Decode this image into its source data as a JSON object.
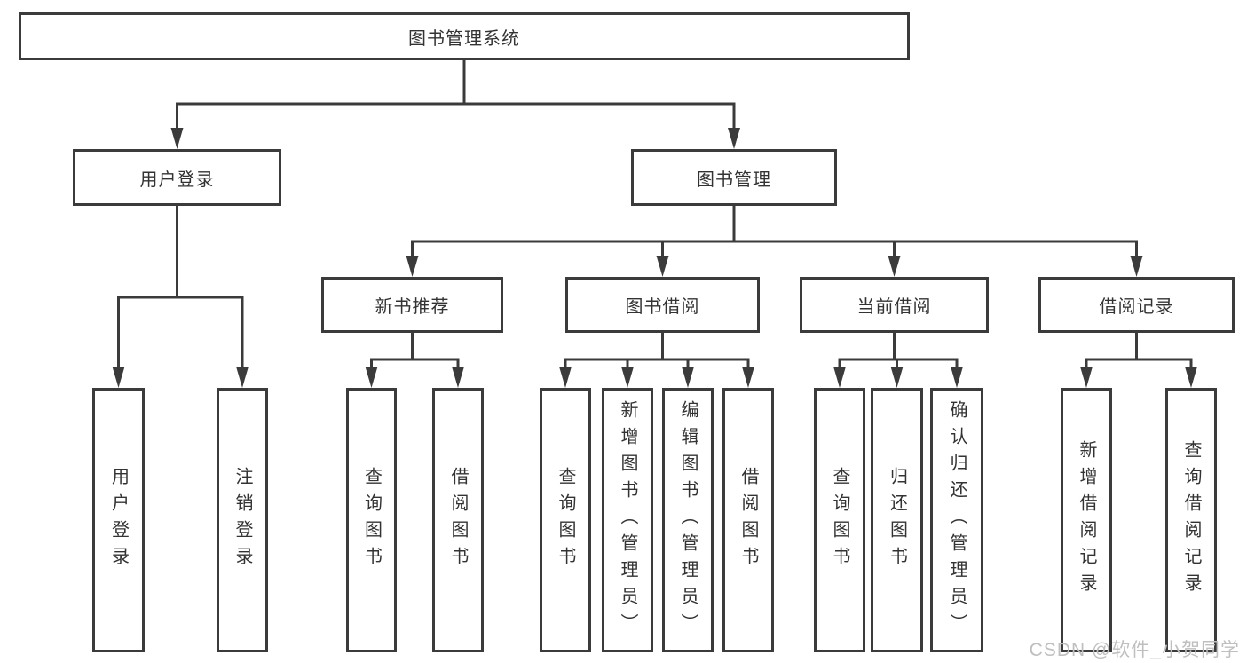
{
  "tree": {
    "root": {
      "label": "图书管理系统"
    },
    "branches": [
      {
        "label": "用户登录",
        "children": [
          {
            "label": "用户登录"
          },
          {
            "label": "注销登录"
          }
        ]
      },
      {
        "label": "图书管理",
        "children": [
          {
            "label": "新书推荐",
            "children": [
              {
                "label": "查询图书"
              },
              {
                "label": "借阅图书"
              }
            ]
          },
          {
            "label": "图书借阅",
            "children": [
              {
                "label": "查询图书"
              },
              {
                "label": "新增图书（管理员）"
              },
              {
                "label": "编辑图书（管理员）"
              },
              {
                "label": "借阅图书"
              }
            ]
          },
          {
            "label": "当前借阅",
            "children": [
              {
                "label": "查询图书"
              },
              {
                "label": "归还图书"
              },
              {
                "label": "确认归还（管理员）"
              }
            ]
          },
          {
            "label": "借阅记录",
            "children": [
              {
                "label": "新增借阅记录"
              },
              {
                "label": "查询借阅记录"
              }
            ]
          }
        ]
      }
    ]
  },
  "watermark": "CSDN @软件_小贺同学",
  "colors": {
    "line": "#3b3b3b",
    "text": "#333333",
    "watermark": "#bfbfbf",
    "background": "#ffffff"
  }
}
